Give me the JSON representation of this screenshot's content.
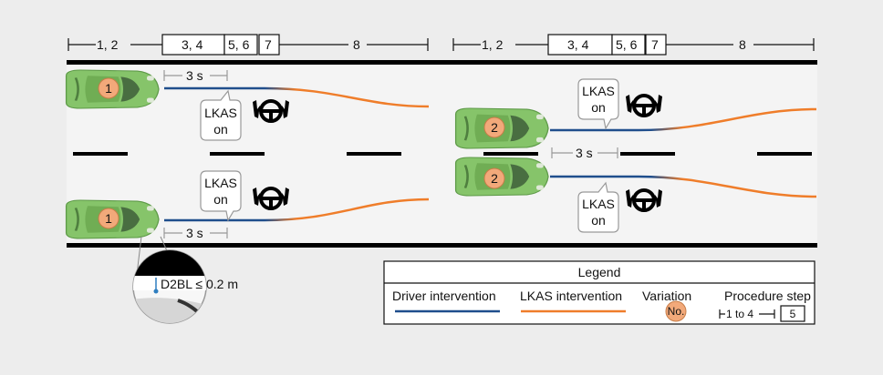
{
  "steps": {
    "s12": "1, 2",
    "s34": "3, 4",
    "s56": "5, 6",
    "s7": "7",
    "s8": "8"
  },
  "time_label": "3 s",
  "bubble": {
    "line1": "LKAS",
    "line2": "on"
  },
  "variation": {
    "v1": "1",
    "v2": "2"
  },
  "zoom_label": "D2BL ≤ 0.2 m",
  "legend": {
    "title": "Legend",
    "driver": "Driver intervention",
    "lkas": "LKAS intervention",
    "variation": "Variation",
    "variation_symbol": "No.",
    "procedure": "Procedure step",
    "procedure_range": "1 to 4",
    "procedure_box": "5"
  },
  "colors": {
    "driver_line": "#1f4e8c",
    "lkas_line": "#ef7d2a",
    "car_body": "#86c46a",
    "variation_fill": "#f2a97a",
    "road_line": "#000000"
  },
  "icons": [
    "steering-wheel-icon",
    "hand-icon",
    "speech-bubble-icon",
    "car-icon"
  ]
}
